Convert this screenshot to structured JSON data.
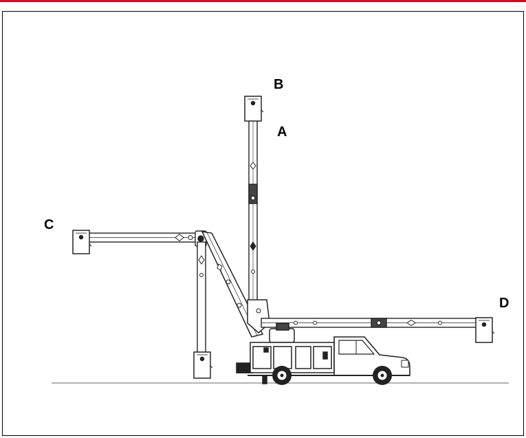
{
  "labels": {
    "a": "A",
    "b": "B",
    "c": "C",
    "d": "D"
  },
  "colors": {
    "accent": "#e3001b",
    "line": "#222222",
    "border": "#000000",
    "background": "#ffffff"
  }
}
